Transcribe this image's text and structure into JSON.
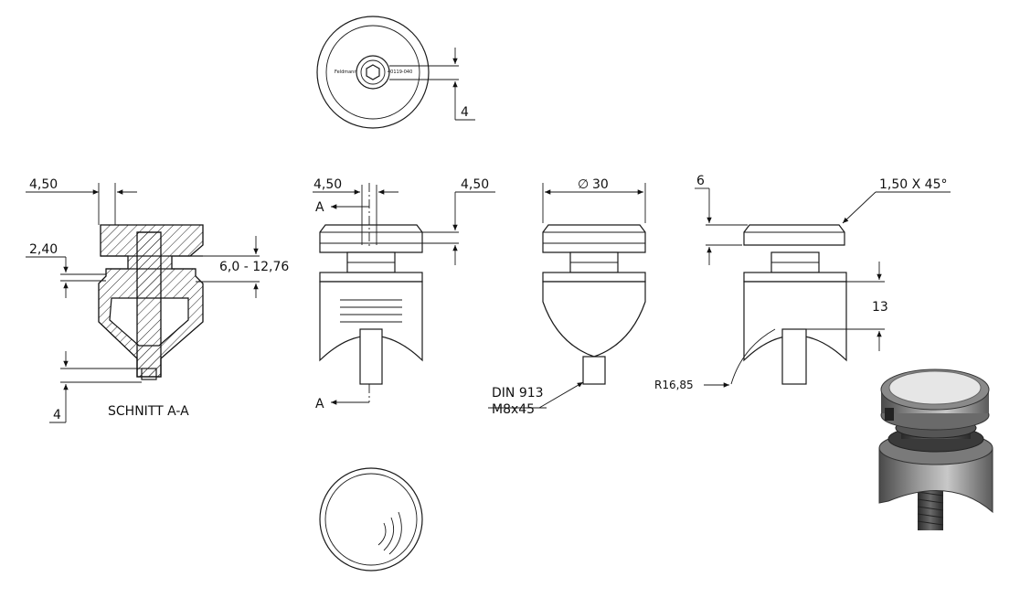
{
  "top_view": {
    "dim_label": "4",
    "engraving_left": "Feldmann",
    "engraving_right": "40119-040"
  },
  "section_view": {
    "dim_top": "4,50",
    "dim_slot": "2,40",
    "dim_range": "6,0 - 12,76",
    "dim_bottom": "4",
    "caption": "SCHNITT A-A"
  },
  "front_view": {
    "dim_left": "4,50",
    "dim_right": "4,50",
    "section_marker_top": "A",
    "section_marker_bottom": "A"
  },
  "side_view": {
    "dim_diameter_symbol": "∅",
    "dim_diameter": "30",
    "screw_standard": "DIN 913",
    "screw_size": "M8x45"
  },
  "right_view": {
    "dim_height": "6",
    "dim_chamfer": "1,50 X 45°",
    "dim_13": "13",
    "dim_radius": "R16,85"
  }
}
